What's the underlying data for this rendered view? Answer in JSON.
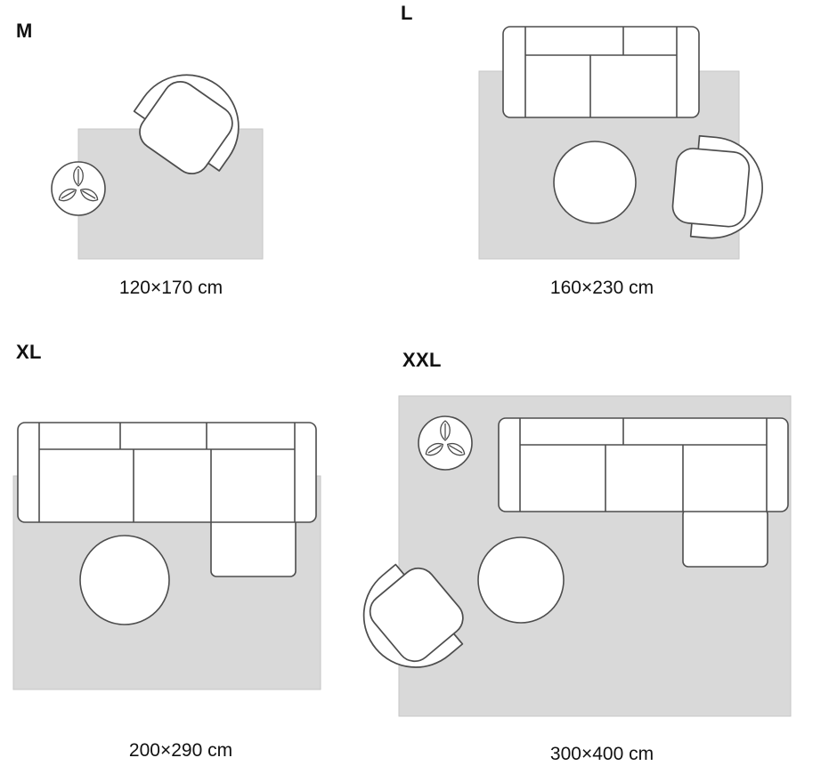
{
  "diagram": {
    "title": "Rug size guide with furniture layouts",
    "colors": {
      "rug_fill": "#d9d9d9",
      "rug_stroke": "#c6c6c6",
      "furniture_fill": "#ffffff",
      "furniture_stroke": "#4d4d4d",
      "text": "#111111"
    },
    "panels": [
      {
        "id": "m",
        "size_label": "M",
        "dimensions": "120×170 cm"
      },
      {
        "id": "l",
        "size_label": "L",
        "dimensions": "160×230 cm"
      },
      {
        "id": "xl",
        "size_label": "XL",
        "dimensions": "200×290 cm"
      },
      {
        "id": "xxl",
        "size_label": "XXL",
        "dimensions": "300×400 cm"
      }
    ]
  }
}
